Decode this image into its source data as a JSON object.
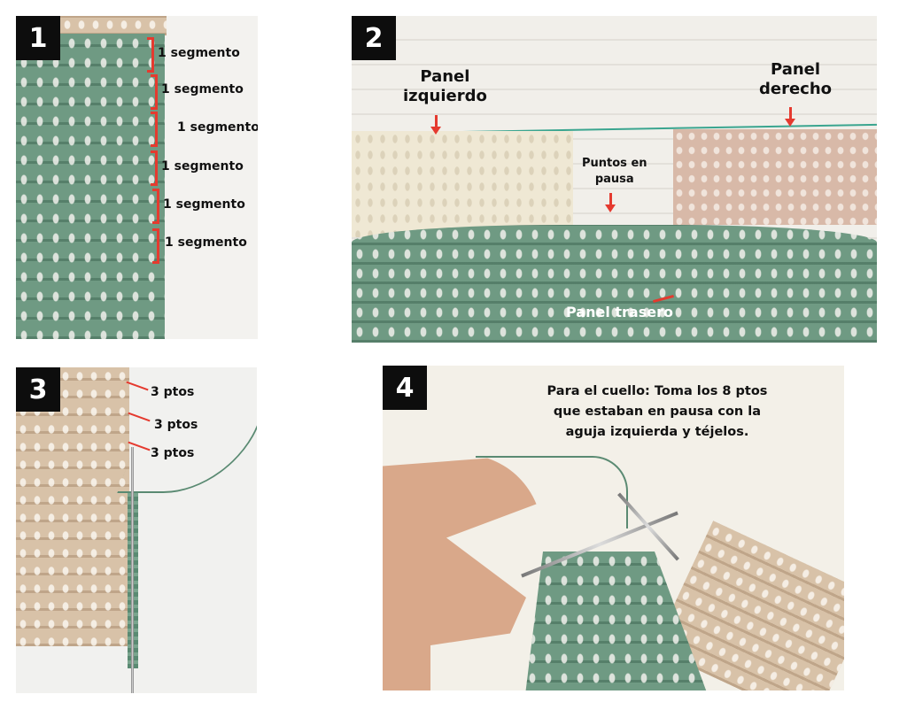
{
  "panels": [
    {
      "number": "1",
      "labels": [
        "1 segmento",
        "1 segmento",
        "1 segmento",
        "1 segmento",
        "1 segmento",
        "1 segmento"
      ]
    },
    {
      "number": "2",
      "labels": {
        "left": "Panel izquierdo",
        "left_l1": "Panel",
        "left_l2": "izquierdo",
        "right_l1": "Panel",
        "right_l2": "derecho",
        "middle_l1": "Puntos en",
        "middle_l2": "pausa",
        "back": "Panel trasero"
      }
    },
    {
      "number": "3",
      "labels": [
        "3 ptos",
        "3 ptos",
        "3 ptos"
      ]
    },
    {
      "number": "4",
      "caption_lines": [
        "Para el cuello: Toma los 8 ptos",
        "que estaban en pausa con la",
        "aguja izquierda y téjelos."
      ]
    }
  ],
  "colors": {
    "accent_red": "#e53a2f",
    "badge": "#0d0d0d",
    "green_yarn": "#6f9a83",
    "beige_yarn": "#d8c2a8"
  }
}
